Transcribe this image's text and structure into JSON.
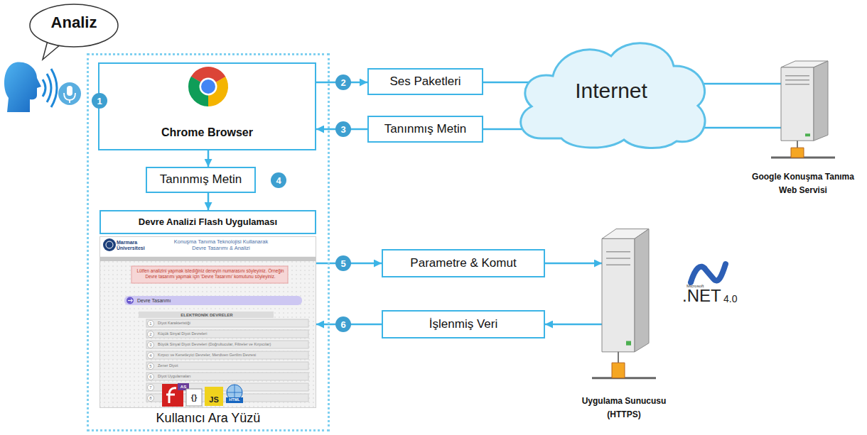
{
  "diagram": {
    "nodes": [
      {
        "text": [
          "Analiz"
        ]
      },
      {
        "text": [
          "Kullanıcı Ara Yüzü"
        ]
      },
      {
        "text": [
          "Chrome Browser"
        ],
        "in": 1
      },
      {
        "text": [
          "Tanınmış Metin"
        ],
        "in": 1
      },
      {
        "text": [
          "Devre Analizi Flash Uygulaması"
        ],
        "in": 1
      },
      {
        "text": [
          "Marmara Üniversitesi",
          "Konuşma Tanıma Teknolojisi Kullanarak Devre Tasarımı & Analizi",
          "Lütfen analizini yapmak istediğiniz deneyin numarasını söyleyiniz. Örneğin Devre tasarımı yapmak için 'Devre Tasarımı' komutunu söyleyiniz.",
          "Devre Tasarımı",
          "ELEKTRONİK DEVRELER"
        ],
        "in": 1
      },
      {
        "text": [
          "Ses Paketleri"
        ]
      },
      {
        "text": [
          "Tanınmış Metin"
        ]
      },
      {
        "text": [
          "Internet"
        ]
      },
      {
        "text": [
          "Google Konuşma Tanıma Web Servisi"
        ]
      },
      {
        "text": [
          "Parametre & Komut"
        ]
      },
      {
        "text": [
          "İşlenmiş Veri"
        ]
      },
      {
        "text": [
          "Uygulama Sunucusu (HTTPS)"
        ]
      }
    ],
    "edges": [
      {
        "from": 2,
        "to": 6,
        "arrow": "to"
      },
      {
        "from": 6,
        "to": 8,
        "arrow": "none"
      },
      {
        "from": 8,
        "to": 9,
        "arrow": "none"
      },
      {
        "from": 9,
        "to": 8,
        "arrow": "none"
      },
      {
        "from": 8,
        "to": 7,
        "arrow": "none"
      },
      {
        "from": 7,
        "to": 2,
        "arrow": "to"
      },
      {
        "from": 2,
        "to": 3,
        "arrow": "to"
      },
      {
        "from": 3,
        "to": 4,
        "arrow": "to"
      },
      {
        "from": 5,
        "to": 10,
        "arrow": "to"
      },
      {
        "from": 10,
        "to": 12,
        "arrow": "to"
      },
      {
        "from": 12,
        "to": 11,
        "arrow": "to"
      },
      {
        "from": 11,
        "to": 5,
        "arrow": "to"
      }
    ],
    "labels": [
      "1",
      "2",
      "3",
      "4",
      "5",
      "6",
      "1",
      "Diyot Karakteristiği",
      "2",
      "Küçük Sinyal Diyot Devreleri",
      "3",
      "Büyük Sinyal Diyot Devreleri (Doğrultucular, Filtreler ve Kırpıcılar)",
      "4",
      "Kırpıcı ve Kenetleyici Devreler, Merdiven Gerilim Devresi",
      "5",
      "Zener Diyot",
      "6",
      "Diyot Uygulamaları",
      "7",
      "8",
      "AS",
      "{}",
      "JS",
      "HTML",
      "Microsoft",
      ".NET",
      "4.0"
    ]
  }
}
